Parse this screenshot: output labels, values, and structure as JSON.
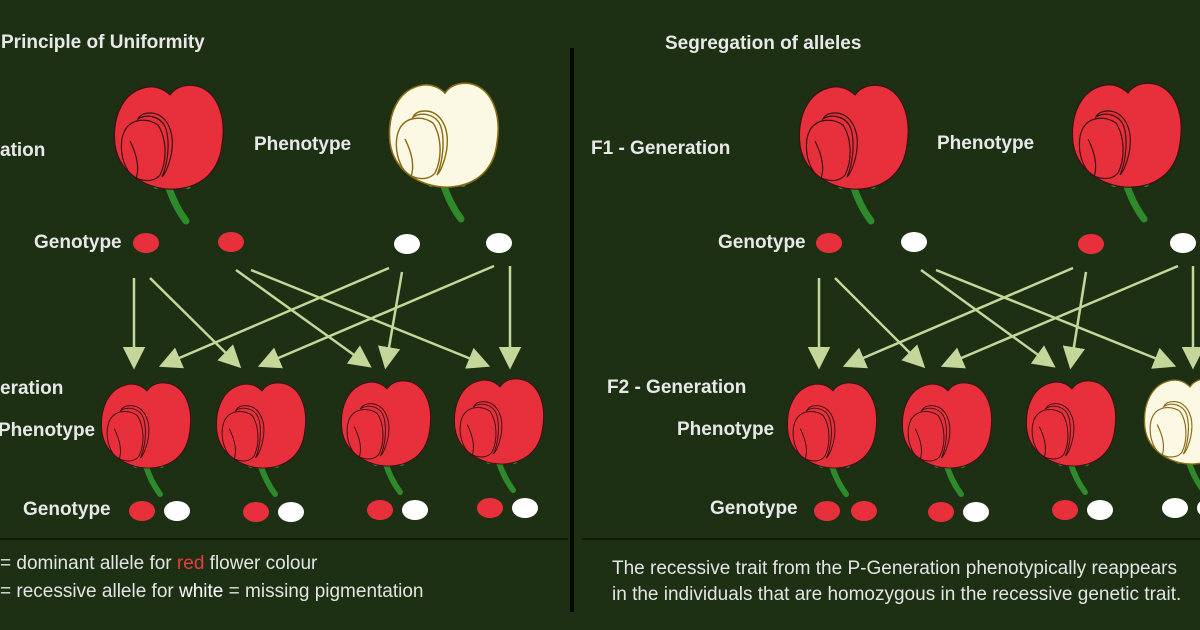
{
  "left": {
    "title": "Principle of Uniformity",
    "p_generation_label": "ation",
    "phenotype_label": "Phenotype",
    "genotype_label": "Genotype",
    "f1_generation_label": "eration",
    "f1_phenotype_label": "Phenotype",
    "f1_genotype_label": "Genotype",
    "legend": {
      "line1_prefix": "=  dominant allele for ",
      "line1_color_word": "red",
      "line1_suffix": "flower colour",
      "line2_prefix": "=  recessive allele for ",
      "line2_color_word": "white",
      "line2_suffix": "= missing pigmentation"
    }
  },
  "right": {
    "title": "Segregation of alleles",
    "f1_generation_label": "F1 - Generation",
    "phenotype_label": "Phenotype",
    "genotype_label": "Genotype",
    "f2_generation_label": "F2 - Generation",
    "f2_phenotype_label": "Phenotype",
    "f2_genotype_label": "Genotype",
    "note_line1": "The recessive trait from the P-Generation phenotypically reappears",
    "note_line2": "in the individuals that are homozygous in the recessive genetic trait."
  },
  "colors": {
    "background": "#1d3014",
    "red_flower": "#e8303d",
    "white_flower": "#fbf8e4",
    "arrow": "#c4d699",
    "stem": "#2e8a2a",
    "red_allele": "#e8303d",
    "white_allele": "#ffffff"
  }
}
